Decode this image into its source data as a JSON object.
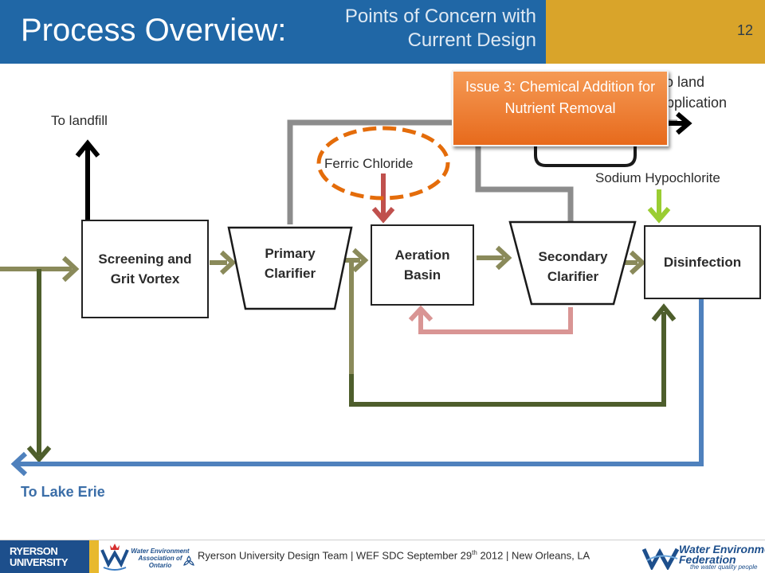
{
  "header": {
    "title": "Process Overview:",
    "subtitle_line1": "Points of Concern with",
    "subtitle_line2": "Current Design",
    "page_number": "12"
  },
  "process_units": {
    "screening": "Screening and Grit Vortex",
    "primary": "Primary Clarifier",
    "aeration": "Aeration Basin",
    "secondary": "Secondary Clarifier",
    "disinfection": "Disinfection"
  },
  "labels": {
    "to_landfill": "To landfill",
    "to_land_line1": "To land",
    "to_land_line2": "application",
    "ferric": "Ferric Chloride",
    "sodium": "Sodium Hypochlorite",
    "lake": "To Lake Erie"
  },
  "callout": {
    "text": "Issue 3: Chemical Addition for Nutrient Removal"
  },
  "footer": {
    "ryerson_line1": "RYERSON",
    "ryerson_line2": "UNIVERSITY",
    "weao_name": "Water Environment Association of Ontario",
    "text_before": "Ryerson University Design Team | WEF SDC  September 29",
    "text_sup": "th",
    "text_after": " 2012  | New Orleans, LA",
    "wef_line1": "Water Environment",
    "wef_line2": "Federation",
    "wef_tagline": "the water quality people"
  },
  "colors": {
    "header_blue": "#2067a6",
    "header_gold": "#d9a42a",
    "flow_olive": "#8a8a5a",
    "bypass_green": "#4e5e2c",
    "sludge_gray": "#8c8c8c",
    "ferric_red": "#c0504d",
    "hypochlorite_lime": "#9acd32",
    "return_pink": "#d99594",
    "effluent_blue": "#4f81bd",
    "callout_orange": "#e76a1c"
  }
}
